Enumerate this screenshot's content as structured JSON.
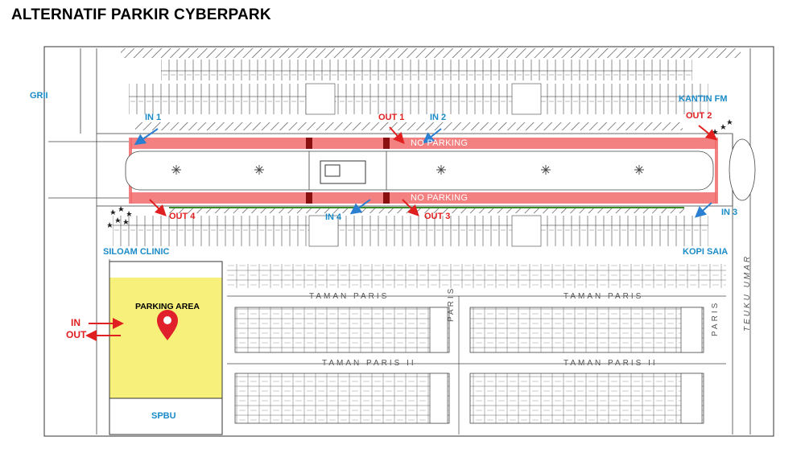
{
  "title": "ALTERNATIF PARKIR CYBERPARK",
  "landmarks": {
    "grii": "GRII",
    "kantin_fm": "KANTIN FM",
    "siloam_clinic": "SILOAM CLINIC",
    "kopi_saia": "KOPI SAIA",
    "parking_area": "PARKING AREA",
    "spbu": "SPBU"
  },
  "entrances": {
    "in1": "IN 1",
    "in2": "IN 2",
    "in3": "IN 3",
    "in4": "IN 4",
    "out1": "OUT 1",
    "out2": "OUT 2",
    "out3": "OUT 3",
    "out4": "OUT 4"
  },
  "parking_access": {
    "in": "IN",
    "out": "OUT"
  },
  "no_parking": "NO PARKING",
  "streets": {
    "taman_paris": "TAMAN PARIS",
    "taman_paris_ii": "TAMAN PARIS II",
    "paris": "PARIS",
    "teuku_umar": "TEUKU UMAR"
  },
  "colors": {
    "zone_red": "#f26b6b",
    "parking_yellow": "#f7f07a",
    "label_blue": "#1a8bc7",
    "label_red": "#e02020",
    "arrow_blue": "#2a7fd0",
    "pin_red": "#e0202a"
  }
}
